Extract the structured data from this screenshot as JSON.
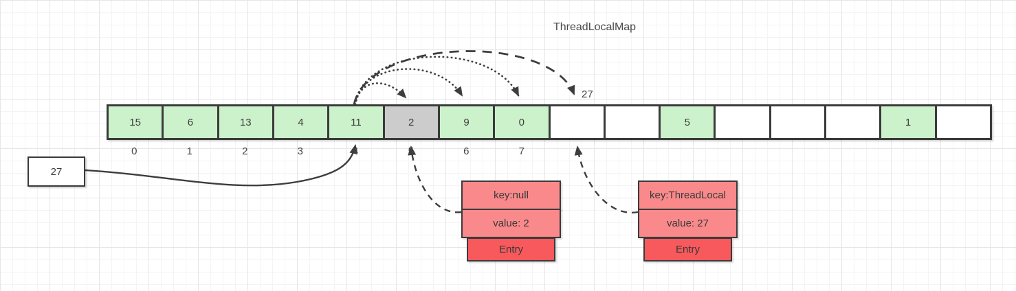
{
  "title": "ThreadLocalMap",
  "hash_label": "27",
  "source_box": {
    "label": "27"
  },
  "array": {
    "cells": [
      {
        "value": "15",
        "state": "filled"
      },
      {
        "value": "6",
        "state": "filled"
      },
      {
        "value": "13",
        "state": "filled"
      },
      {
        "value": "4",
        "state": "filled"
      },
      {
        "value": "11",
        "state": "filled"
      },
      {
        "value": "2",
        "state": "stale"
      },
      {
        "value": "9",
        "state": "filled"
      },
      {
        "value": "0",
        "state": "filled"
      },
      {
        "value": "",
        "state": "empty"
      },
      {
        "value": "",
        "state": "empty"
      },
      {
        "value": "5",
        "state": "filled"
      },
      {
        "value": "",
        "state": "empty"
      },
      {
        "value": "",
        "state": "empty"
      },
      {
        "value": "",
        "state": "empty"
      },
      {
        "value": "1",
        "state": "filled"
      },
      {
        "value": "",
        "state": "empty"
      }
    ],
    "index_labels": [
      "0",
      "1",
      "2",
      "3",
      "4",
      "5",
      "6",
      "7"
    ]
  },
  "entries": [
    {
      "key": "key:null",
      "value": "value: 2",
      "footer": "Entry"
    },
    {
      "key": "key:ThreadLocal",
      "value": "value: 27",
      "footer": "Entry"
    }
  ],
  "colors": {
    "cell_filled": "#ccf2cb",
    "cell_stale": "#cccccc",
    "cell_empty": "#ffffff",
    "entry_row": "#f9898b",
    "entry_tab": "#f7595c",
    "shape_border": "#3a3a3a",
    "line": "#3d3d3d"
  }
}
